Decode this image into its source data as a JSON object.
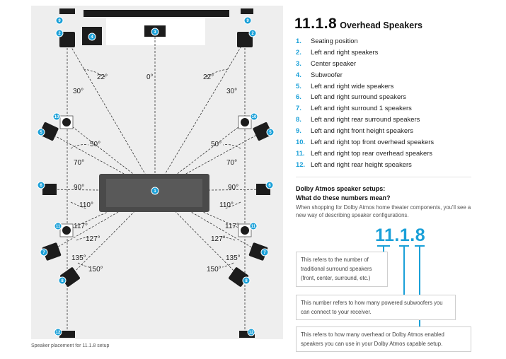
{
  "diagram": {
    "caption": "Speaker placement for 11.1.8 setup",
    "angles": [
      "22°",
      "30°",
      "0°",
      "22°",
      "30°",
      "50°",
      "70°",
      "50°",
      "70°",
      "90°",
      "110°",
      "90°",
      "110°",
      "117°",
      "127°",
      "117°",
      "127°",
      "135°",
      "150°",
      "135°",
      "150°"
    ],
    "badges": [
      "1",
      "2",
      "2",
      "3",
      "4",
      "5",
      "5",
      "6",
      "6",
      "7",
      "7",
      "8",
      "8",
      "9",
      "9",
      "10",
      "10",
      "11",
      "11",
      "12",
      "12"
    ]
  },
  "heading": {
    "number": "11.1.8",
    "subtitle": "Overhead Speakers"
  },
  "legend": [
    {
      "n": "1.",
      "label": "Seating position"
    },
    {
      "n": "2.",
      "label": "Left and right speakers"
    },
    {
      "n": "3.",
      "label": "Center speaker"
    },
    {
      "n": "4.",
      "label": "Subwoofer"
    },
    {
      "n": "5.",
      "label": "Left and right wide speakers"
    },
    {
      "n": "6.",
      "label": "Left and right surround speakers"
    },
    {
      "n": "7.",
      "label": "Left and right surround 1 speakers"
    },
    {
      "n": "8.",
      "label": "Left and right rear surround speakers"
    },
    {
      "n": "9.",
      "label": "Left and right front height speakers"
    },
    {
      "n": "10.",
      "label": "Left and right top front overhead speakers"
    },
    {
      "n": "11.",
      "label": "Left and right top rear overhead speakers"
    },
    {
      "n": "12.",
      "label": "Left and right rear height speakers"
    }
  ],
  "setups": {
    "question_1": "Dolby Atmos speaker setups:",
    "question_2": "What do these numbers mean?",
    "description": "When shopping for Dolby Atmos home theater components, you'll see a new way of describing speaker configurations.",
    "number": "11.1.8",
    "box_1": "This refers to the number of traditional surround speakers (front, center, surround, etc.)",
    "box_2": "This number refers to how many powered subwoofers you can connect to your receiver.",
    "box_3": "This refers to how many overhead or Dolby Atmos enabled speakers you can use in your Dolby Atmos capable setup."
  },
  "colors": {
    "accent": "#1aa0d8",
    "room": "#eeeeee",
    "sofa": "#4a4a4a",
    "speaker": "#1c1c1c"
  }
}
